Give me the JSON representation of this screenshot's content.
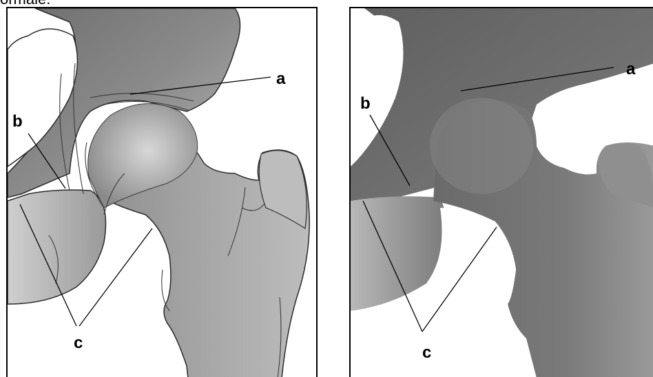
{
  "header": {
    "cut_text": "ormale."
  },
  "left_panel": {
    "labels": {
      "a": "a",
      "b": "b",
      "c": "c"
    }
  },
  "right_panel": {
    "labels": {
      "a": "a",
      "b": "b",
      "c": "c"
    }
  },
  "colors": {
    "bone_dark": "#6f6f6f",
    "bone_mid": "#8c8c8c",
    "bone_light": "#cfcfcf",
    "outline": "#2a2a2a"
  }
}
